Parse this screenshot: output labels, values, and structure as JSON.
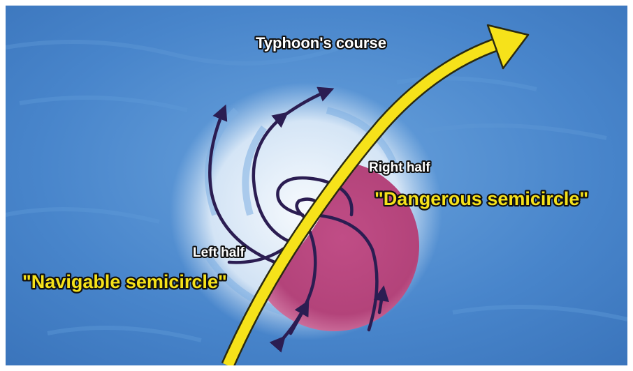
{
  "labels": {
    "course": "Typhoon's course",
    "right_half": "Right half",
    "dangerous": "\"Dangerous semicircle\"",
    "left_half": "Left half",
    "navigable": "\"Navigable semicircle\""
  },
  "colors": {
    "ocean": "#3f7fc8",
    "ocean_light": "#5d98d8",
    "cloud": "#ffffff",
    "dangerous_fill": "#b3437a",
    "course_arrow": "#f6e21a",
    "wind_arrows": "#2b1d52",
    "text_yellow": "#f6e21a",
    "text_white": "#ffffff",
    "text_outline": "#111111"
  },
  "icons": {
    "course_arrow": "curved-arrow-icon",
    "wind_arrow": "arrowhead-icon"
  }
}
